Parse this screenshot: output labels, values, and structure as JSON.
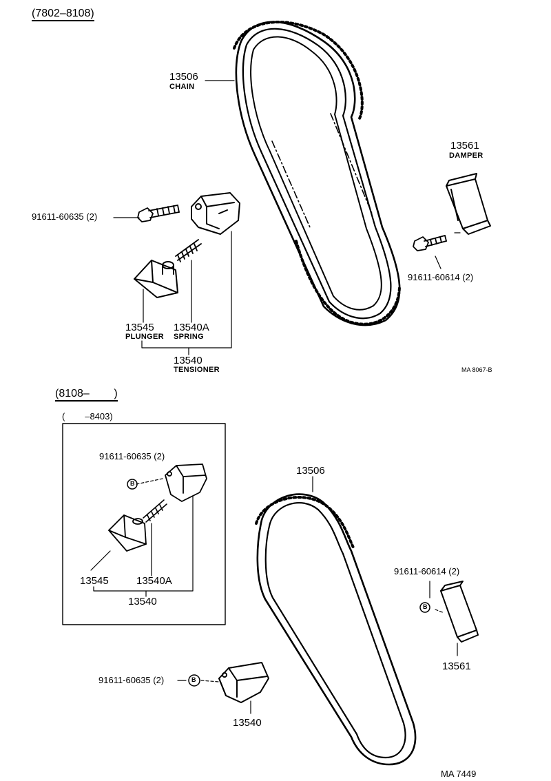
{
  "sections": {
    "top_range": "(7802–8108)",
    "bottom_range": "(8108–        )",
    "inset_range": "(        –8403)"
  },
  "top": {
    "chain_num": "13506",
    "chain_name": "CHAIN",
    "damper_num": "13561",
    "damper_name": "DAMPER",
    "bolt_tensioner": "91611-60635 (2)",
    "bolt_damper": "91611-60614 (2)",
    "plunger_num": "13545",
    "plunger_name": "PLUNGER",
    "spring_num": "13540A",
    "spring_name": "SPRING",
    "tensioner_num": "13540",
    "tensioner_name": "TENSIONER",
    "ref": "MA  8067-B"
  },
  "inset": {
    "bolt": "91611-60635 (2)",
    "plunger_num": "13545",
    "spring_num": "13540A",
    "tensioner_num": "13540",
    "bolt_marker": "B"
  },
  "bottom": {
    "chain_num": "13506",
    "bolt_damper": "91611-60614 (2)",
    "damper_num": "13561",
    "bolt_tensioner": "91611-60635 (2)",
    "tensioner_num": "13540",
    "bolt_marker": "B",
    "ref": "MA 7449"
  }
}
